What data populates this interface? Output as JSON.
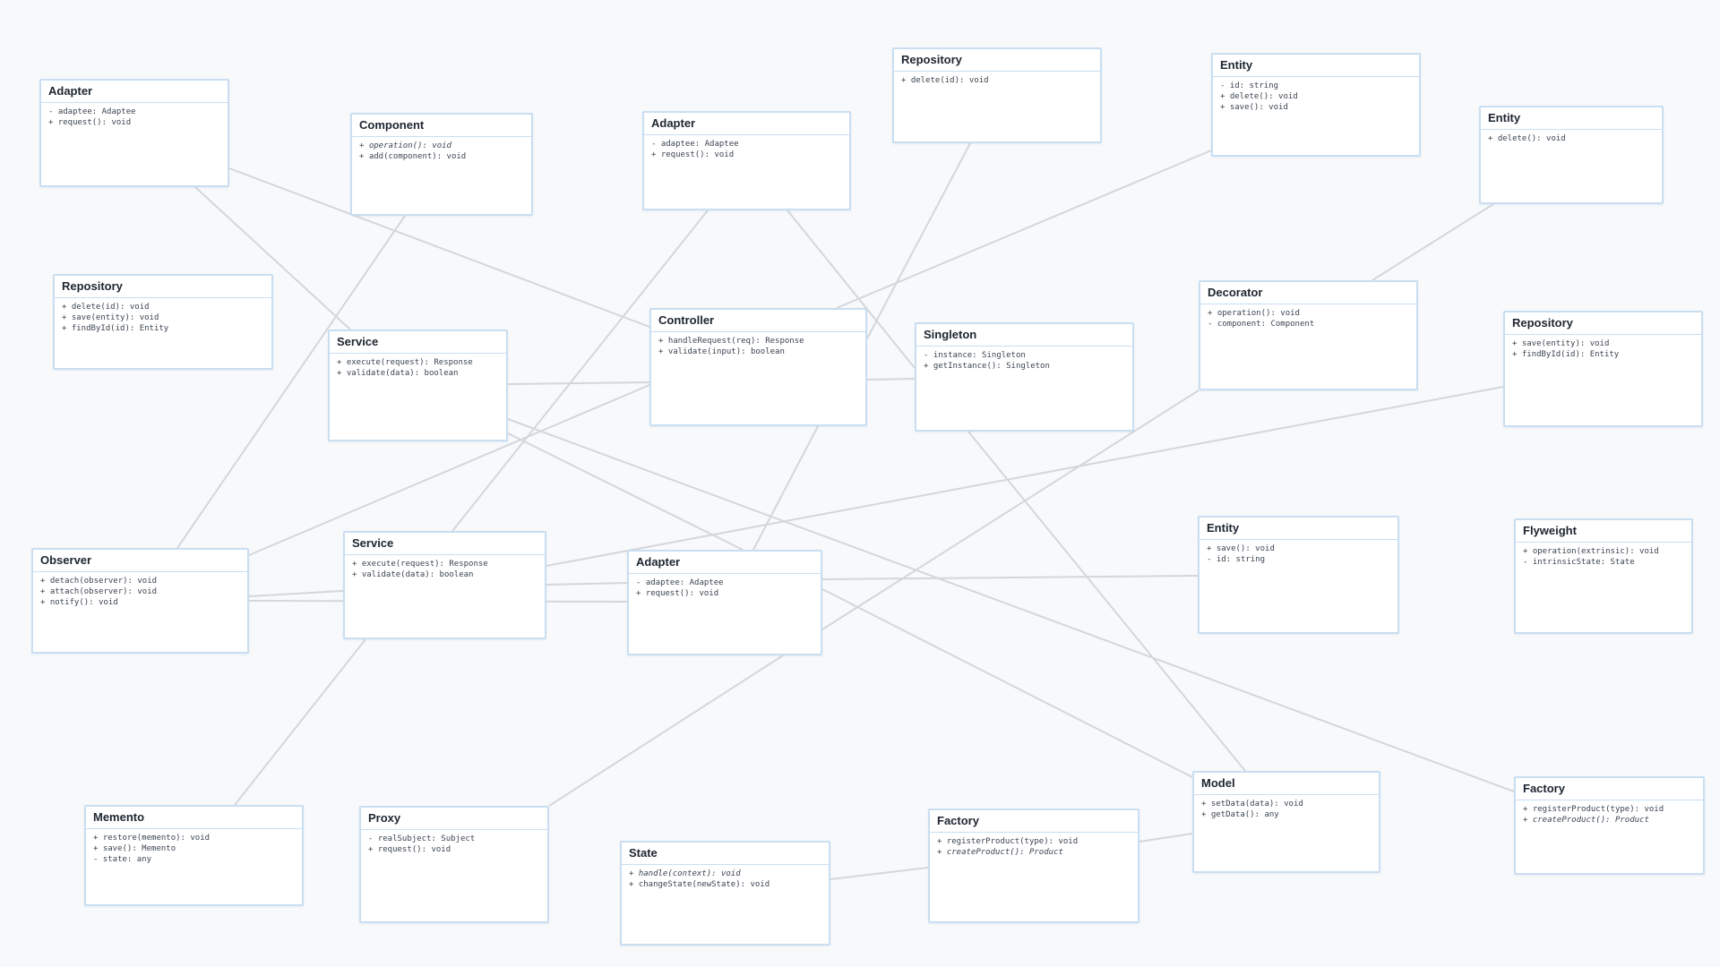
{
  "classes": [
    {
      "id": "c1",
      "name": "Adapter",
      "members": [
        {
          "text": "- adaptee: Adaptee"
        },
        {
          "text": "+ request(): void"
        }
      ]
    },
    {
      "id": "c2",
      "name": "Component",
      "members": [
        {
          "text": "+ operation(): void",
          "abstract": true
        },
        {
          "text": "+ add(component): void"
        }
      ]
    },
    {
      "id": "c3",
      "name": "Adapter",
      "members": [
        {
          "text": "- adaptee: Adaptee"
        },
        {
          "text": "+ request(): void"
        }
      ]
    },
    {
      "id": "c4",
      "name": "Repository",
      "members": [
        {
          "text": "+ delete(id): void"
        }
      ]
    },
    {
      "id": "c5",
      "name": "Entity",
      "members": [
        {
          "text": "- id: string"
        },
        {
          "text": "+ delete(): void"
        },
        {
          "text": "+ save(): void"
        }
      ]
    },
    {
      "id": "c6",
      "name": "Entity",
      "members": [
        {
          "text": "+ delete(): void"
        }
      ]
    },
    {
      "id": "c7",
      "name": "Repository",
      "members": [
        {
          "text": "+ delete(id): void"
        },
        {
          "text": "+ save(entity): void"
        },
        {
          "text": "+ findById(id): Entity"
        }
      ]
    },
    {
      "id": "c8",
      "name": "Service",
      "members": [
        {
          "text": "+ execute(request): Response"
        },
        {
          "text": "+ validate(data): boolean"
        }
      ]
    },
    {
      "id": "c9",
      "name": "Controller",
      "members": [
        {
          "text": "+ handleRequest(req): Response"
        },
        {
          "text": "+ validate(input): boolean"
        }
      ]
    },
    {
      "id": "c10",
      "name": "Singleton",
      "members": [
        {
          "text": "- instance: Singleton"
        },
        {
          "text": "+ getInstance(): Singleton"
        }
      ]
    },
    {
      "id": "c11",
      "name": "Decorator",
      "members": [
        {
          "text": "+ operation(): void"
        },
        {
          "text": "- component: Component"
        }
      ]
    },
    {
      "id": "c12",
      "name": "Repository",
      "members": [
        {
          "text": "+ save(entity): void"
        },
        {
          "text": "+ findById(id): Entity"
        }
      ]
    },
    {
      "id": "c13",
      "name": "Observer",
      "members": [
        {
          "text": "+ detach(observer): void"
        },
        {
          "text": "+ attach(observer): void"
        },
        {
          "text": "+ notify(): void"
        }
      ]
    },
    {
      "id": "c14",
      "name": "Service",
      "members": [
        {
          "text": "+ execute(request): Response"
        },
        {
          "text": "+ validate(data): boolean"
        }
      ]
    },
    {
      "id": "c15",
      "name": "Adapter",
      "members": [
        {
          "text": "- adaptee: Adaptee"
        },
        {
          "text": "+ request(): void"
        }
      ]
    },
    {
      "id": "c16",
      "name": "Entity",
      "members": [
        {
          "text": "+ save(): void"
        },
        {
          "text": "- id: string"
        }
      ]
    },
    {
      "id": "c17",
      "name": "Flyweight",
      "members": [
        {
          "text": "+ operation(extrinsic): void"
        },
        {
          "text": "- intrinsicState: State"
        }
      ]
    },
    {
      "id": "c18",
      "name": "Memento",
      "members": [
        {
          "text": "+ restore(memento): void"
        },
        {
          "text": "+ save(): Memento"
        },
        {
          "text": "- state: any"
        }
      ]
    },
    {
      "id": "c19",
      "name": "Proxy",
      "members": [
        {
          "text": "- realSubject: Subject"
        },
        {
          "text": "+ request(): void"
        }
      ]
    },
    {
      "id": "c20",
      "name": "State",
      "members": [
        {
          "text": "+ handle(context): void",
          "abstract": true
        },
        {
          "text": "+ changeState(newState): void"
        }
      ]
    },
    {
      "id": "c21",
      "name": "Factory",
      "members": [
        {
          "text": "+ registerProduct(type): void"
        },
        {
          "text": "+ createProduct(): Product",
          "abstract": true
        }
      ]
    },
    {
      "id": "c22",
      "name": "Model",
      "members": [
        {
          "text": "+ setData(data): void"
        },
        {
          "text": "+ getData(): any"
        }
      ]
    },
    {
      "id": "c23",
      "name": "Factory",
      "members": [
        {
          "text": "+ registerProduct(type): void"
        },
        {
          "text": "+ createProduct(): Product",
          "abstract": true
        }
      ]
    }
  ],
  "relations": [
    {
      "from": "c1",
      "to": "c9"
    },
    {
      "from": "c1",
      "to": "c8"
    },
    {
      "from": "c2",
      "to": "c13"
    },
    {
      "from": "c3",
      "to": "c14"
    },
    {
      "from": "c3",
      "to": "c10"
    },
    {
      "from": "c4",
      "to": "c9"
    },
    {
      "from": "c5",
      "to": "c9"
    },
    {
      "from": "c6",
      "to": "c11"
    },
    {
      "from": "c8",
      "to": "c9"
    },
    {
      "from": "c8",
      "to": "c15"
    },
    {
      "from": "c8",
      "to": "c23"
    },
    {
      "from": "c9",
      "to": "c10"
    },
    {
      "from": "c9",
      "to": "c13"
    },
    {
      "from": "c9",
      "to": "c15"
    },
    {
      "from": "c10",
      "to": "c22"
    },
    {
      "from": "c11",
      "to": "c15"
    },
    {
      "from": "c12",
      "to": "c14"
    },
    {
      "from": "c13",
      "to": "c14"
    },
    {
      "from": "c13",
      "to": "c15"
    },
    {
      "from": "c14",
      "to": "c15"
    },
    {
      "from": "c14",
      "to": "c18"
    },
    {
      "from": "c15",
      "to": "c16"
    },
    {
      "from": "c15",
      "to": "c22"
    },
    {
      "from": "c15",
      "to": "c19"
    },
    {
      "from": "c20",
      "to": "c21"
    },
    {
      "from": "c21",
      "to": "c22"
    }
  ]
}
